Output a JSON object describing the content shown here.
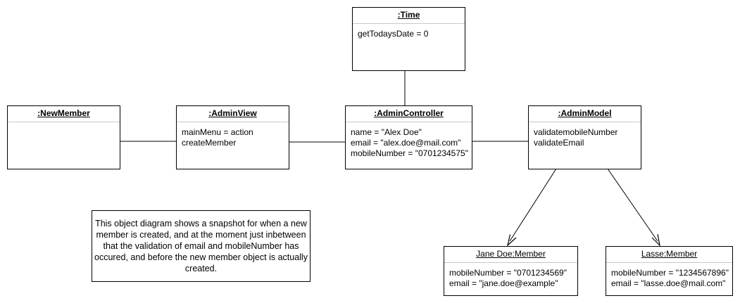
{
  "objects": {
    "time": {
      "title": ":Time",
      "attrs": [
        "getTodaysDate = 0"
      ]
    },
    "new_member": {
      "title": ":NewMember",
      "attrs": []
    },
    "admin_view": {
      "title": ":AdminView",
      "attrs": [
        "mainMenu = action",
        "createMember"
      ]
    },
    "admin_controller": {
      "title": ":AdminController",
      "attrs": [
        "name = \"Alex Doe\"",
        "email = \"alex.doe@mail.com\"",
        "mobileNumber = \"0701234575\""
      ]
    },
    "admin_model": {
      "title": ":AdminModel",
      "attrs": [
        "validatemobileNumber",
        "validateEmail"
      ]
    },
    "jane_member": {
      "title": "Jane Doe:Member",
      "attrs": [
        "mobileNumber = \"0701234569\"",
        "email = \"jane.doe@example\""
      ]
    },
    "lasse_member": {
      "title": "Lasse:Member",
      "attrs": [
        "mobileNumber = \"1234567896\"",
        "email = \"lasse.doe@mail.com\""
      ]
    }
  },
  "note": {
    "text": "This object diagram shows a snapshot for when a new member is created, and at the moment just inbetween that the validation of email and mobileNumber has occured, and before the new member object is actually created."
  },
  "colors": {
    "line": "#000000",
    "separator": "#c8c8c8",
    "background": "#ffffff"
  }
}
